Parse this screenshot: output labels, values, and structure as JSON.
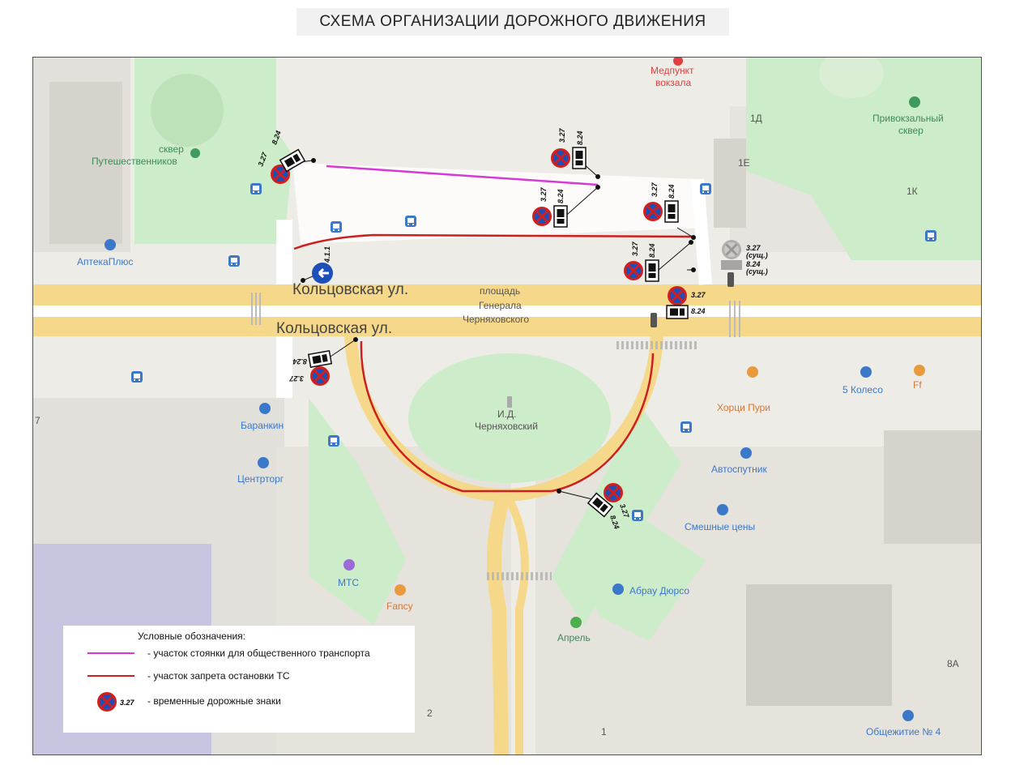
{
  "title": "СХЕМА  ОРГАНИЗАЦИИ ДОРОЖНОГО ДВИЖЕНИЯ",
  "colors": {
    "bus_stop_zone": "#d63ad6",
    "no_stopping_zone": "#cc1f1f",
    "sign_blue": "#1d4fb8",
    "sign_red": "#d11f1f",
    "road_major": "#f6d88a",
    "park": "#cdecc9"
  },
  "map": {
    "streets": {
      "kolcovskaya_1": "Кольцовская ул.",
      "kolcovskaya_2": "Кольцовская ул."
    },
    "square": [
      "площадь",
      "Генерала",
      "Черняховского"
    ],
    "monument": [
      "И.Д.",
      "Черняховский"
    ],
    "parks": {
      "puteshestvennikov": [
        "сквер",
        "Путешественников"
      ],
      "privokzalny": [
        "Привокзальный",
        "сквер"
      ]
    },
    "pois": {
      "medpunkt": [
        "Медпункт",
        "вокзала"
      ],
      "apteka": "АптекаПлюс",
      "barankin": "Баранкин",
      "centrtorg": "Центрторг",
      "mts": "МТС",
      "fancy": "Fancy",
      "aprel": "Апрель",
      "abrau": "Абрау Дюрсо",
      "smeshnye": "Смешные цены",
      "avtosputnik": "Автоспутник",
      "horci": "Хорци Пури",
      "koleso": "5 Колесо",
      "ff": "Ff",
      "obshezhitie": "Общежитие № 4"
    },
    "house_numbers": {
      "h1d": "1Д",
      "h1e": "1Е",
      "h1k": "1К",
      "h7": "7",
      "h2": "2",
      "h1": "1",
      "h8a": "8А"
    },
    "sign_codes": {
      "no_stop": "3.27",
      "plate": "8.24",
      "direction": "4.1.1",
      "existing_sign": "3.27",
      "existing_plate": "8.24",
      "existing_note": "(сущ.)"
    }
  },
  "legend": {
    "title": "Условные обозначения:",
    "items": [
      {
        "text": "-  участок стоянки для общественного транспорта"
      },
      {
        "text": "-  участок запрета остановки ТС"
      },
      {
        "text": "- временные дорожные знаки",
        "sign_code": "3.27"
      }
    ]
  }
}
